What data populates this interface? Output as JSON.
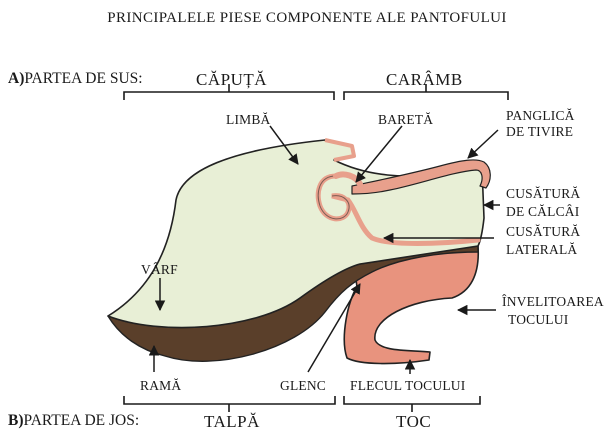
{
  "title": "PRINCIPALELE PIESE COMPONENTE ALE PANTOFULUI",
  "section_a": {
    "letter": "A)",
    "text": "PARTEA DE SUS:"
  },
  "section_b": {
    "letter": "B)",
    "text": "PARTEA DE JOS:"
  },
  "groups": {
    "caputa": "CĂPUȚĂ",
    "caramb": "CARÂMB",
    "talpa": "TALPĂ",
    "toc": "TOC"
  },
  "labels": {
    "limba": "LIMBĂ",
    "bareta": "BARETĂ",
    "panglica_line1": "PANGLICĂ",
    "panglica_line2": "DE TIVIRE",
    "cusatura_calcai_line1": "CUSĂTURĂ",
    "cusatura_calcai_line2": "DE CĂLCÂI",
    "cusatura_laterala_line1": "CUSĂTURĂ",
    "cusatura_laterala_line2": "LATERALĂ",
    "varf": "VÂRF",
    "invelitoarea_line1": "ÎNVELITOAREA",
    "invelitoarea_line2": "TOCULUI",
    "rama": "RAMĂ",
    "glenc": "GLENC",
    "flecul": "FLECUL TOCULUI"
  },
  "colors": {
    "upper": "#e8efd6",
    "trim": "#e8a08c",
    "heel": "#e8937e",
    "sole": "#5a3f2a",
    "outline": "#222222"
  }
}
